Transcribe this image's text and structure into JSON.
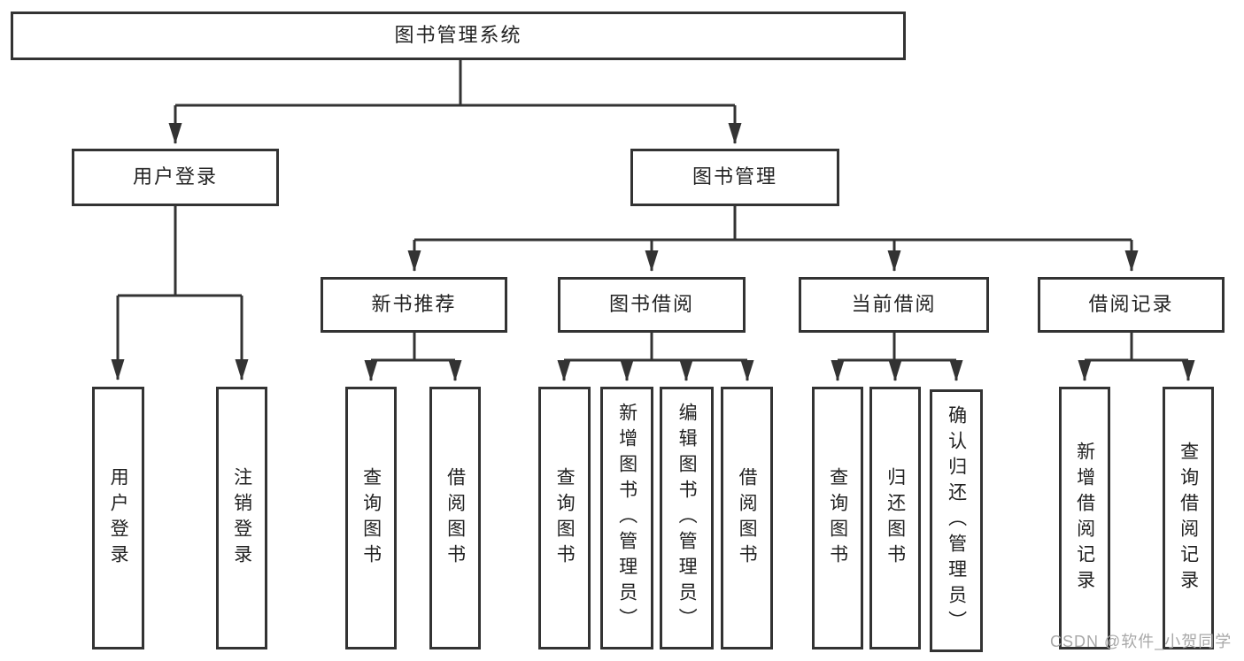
{
  "colors": {
    "line": "#333333",
    "text": "#222222",
    "watermark": "#a8a8a8",
    "background": "#ffffff"
  },
  "watermark": {
    "text": "CSDN @软件_小贺同学"
  },
  "tree": {
    "root": {
      "label": "图书管理系统"
    },
    "level2": [
      {
        "label": "用户登录"
      },
      {
        "label": "图书管理"
      }
    ],
    "level3": [
      {
        "label": "新书推荐"
      },
      {
        "label": "图书借阅"
      },
      {
        "label": "当前借阅"
      },
      {
        "label": "借阅记录"
      }
    ],
    "leaves": {
      "user_login": [
        "用户登录",
        "注销登录"
      ],
      "new_books": [
        "查询图书",
        "借阅图书"
      ],
      "book_borrow": [
        "查询图书",
        "新增图书（管理员）",
        "编辑图书（管理员）",
        "借阅图书"
      ],
      "current_borrow": [
        "查询图书",
        "归还图书",
        "确认归还（管理员）"
      ],
      "borrow_records": [
        "新增借阅记录",
        "查询借阅记录"
      ]
    }
  }
}
